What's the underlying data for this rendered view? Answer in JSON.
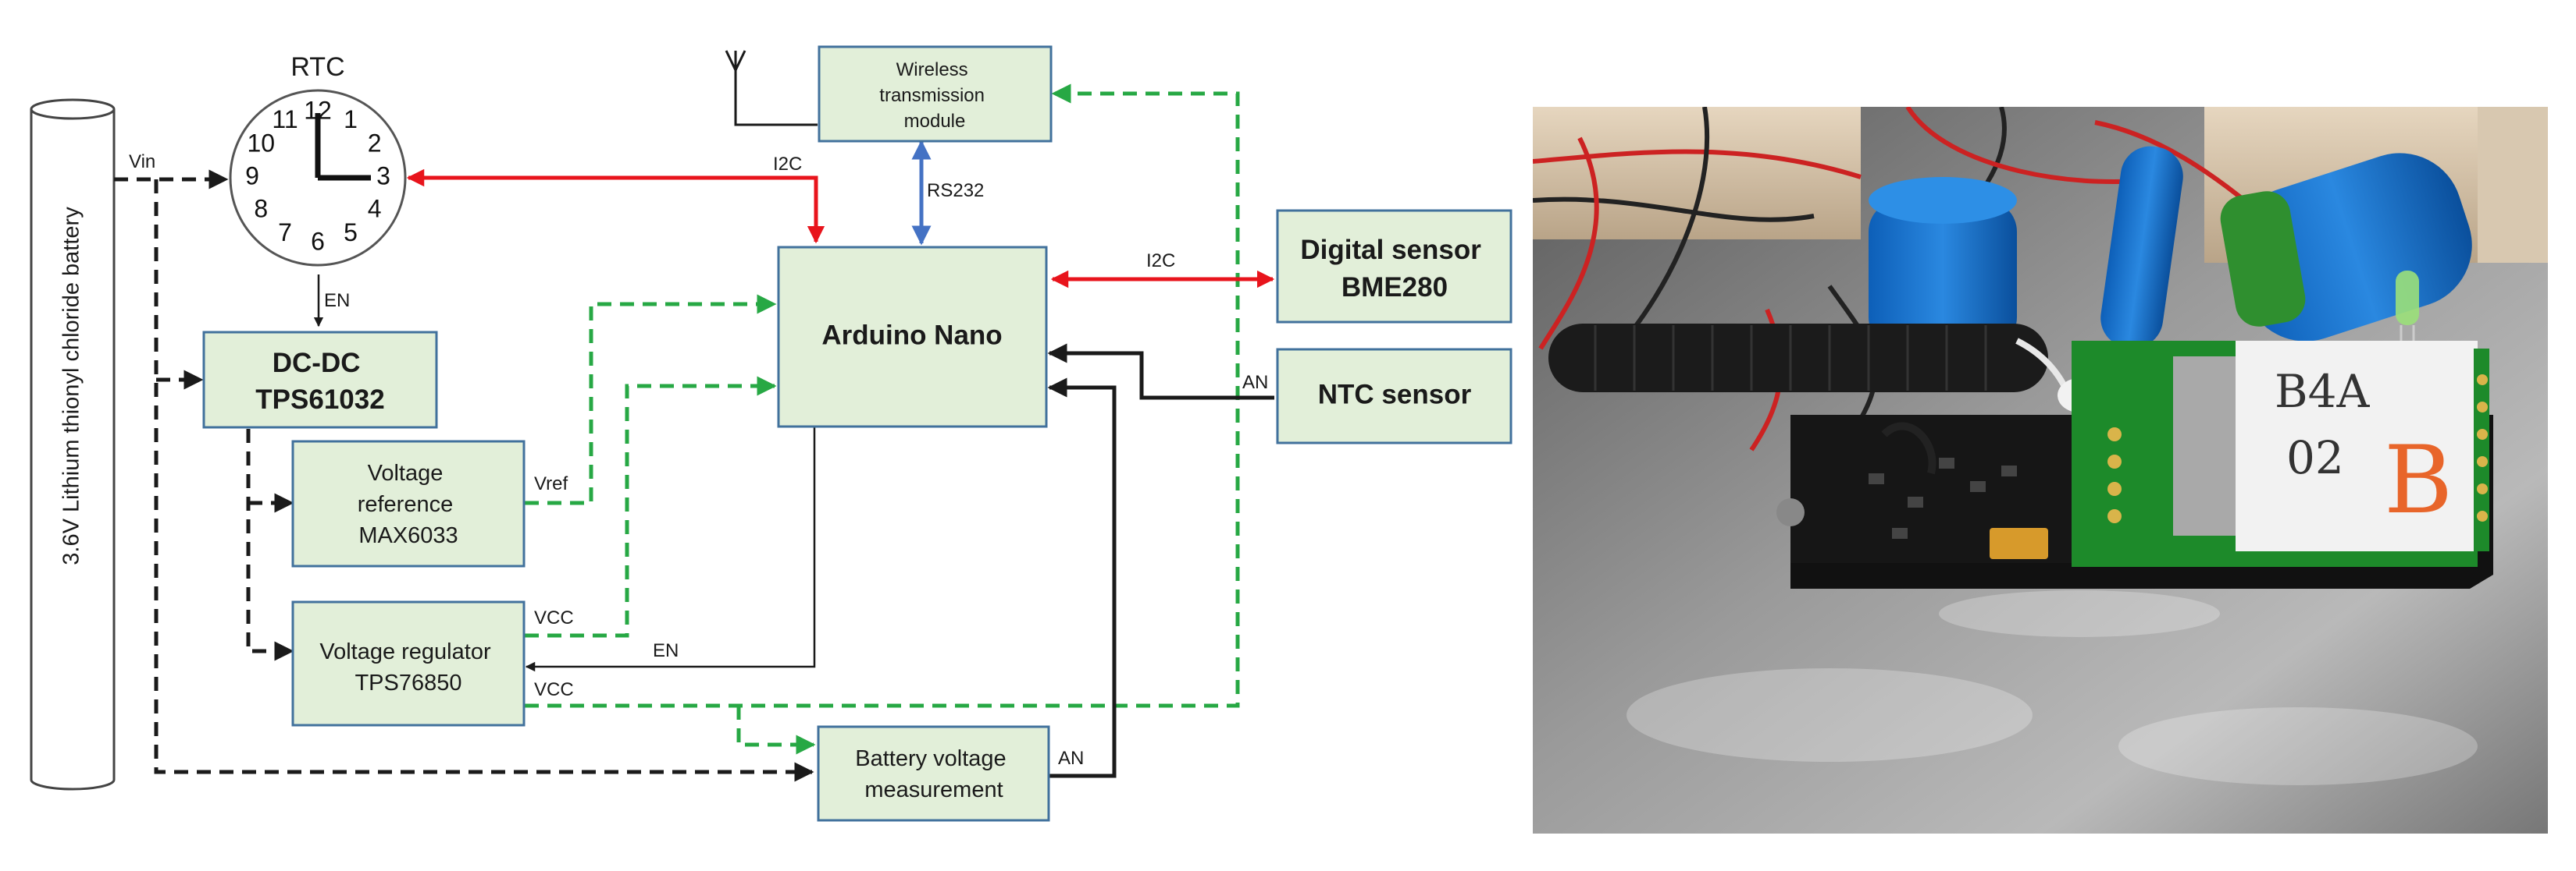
{
  "diagram": {
    "battery": "3.6V Lithium thionyl chloride battery",
    "rtc": {
      "title": "RTC",
      "numerals": [
        "12",
        "1",
        "2",
        "3",
        "4",
        "5",
        "6",
        "7",
        "8",
        "9",
        "10",
        "11"
      ]
    },
    "blocks": {
      "wireless": [
        "Wireless",
        "transmission",
        "module"
      ],
      "arduino": "Arduino Nano",
      "digital_sensor": [
        "Digital sensor",
        "BME280"
      ],
      "ntc_sensor": "NTC sensor",
      "dcdc": [
        "DC-DC",
        "TPS61032"
      ],
      "vref": [
        "Voltage",
        "reference",
        "MAX6033"
      ],
      "vreg": [
        "Voltage regulator",
        "TPS76850"
      ],
      "battery_measure": [
        "Battery voltage",
        "measurement"
      ]
    },
    "signals": {
      "vin": "Vin",
      "en_rtc": "EN",
      "i2c_rtc": "I2C",
      "rs232": "RS232",
      "i2c_sensor": "I2C",
      "an_ntc": "AN",
      "vref": "Vref",
      "vcc_arduino": "VCC",
      "en_reg": "EN",
      "vcc_wireless": "VCC",
      "an_battery": "AN"
    },
    "colors": {
      "block_fill": "#e2efd9",
      "block_border": "#41719c",
      "i2c_line": "#e8141c",
      "rs232_line": "#4472c4",
      "power_line": "#27a844",
      "signal_line": "#1a1a1a"
    }
  },
  "photo": {
    "label_text": [
      "B4A",
      "02",
      "B"
    ]
  }
}
